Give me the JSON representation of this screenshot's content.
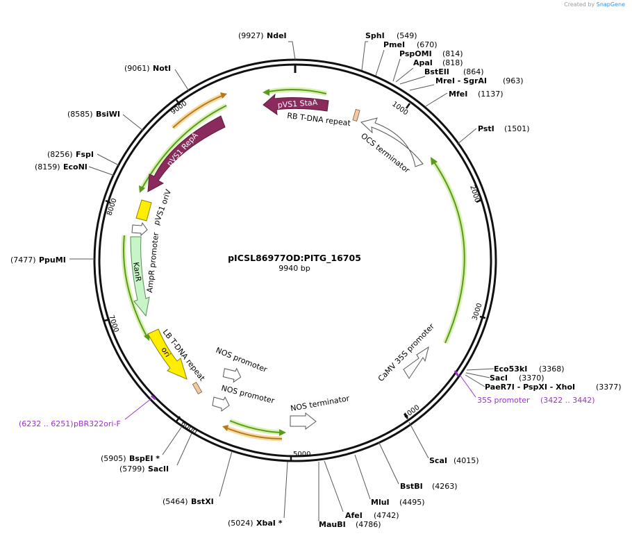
{
  "credit": {
    "prefix": "Created by",
    "brand": "SnapGene"
  },
  "plasmid": {
    "name": "pICSL86977OD:PITG_16705",
    "size_label": "9940 bp",
    "length": 9940
  },
  "ticks": [
    "1000",
    "2000",
    "3000",
    "4000",
    "5000",
    "6000",
    "7000",
    "8000",
    "9000"
  ],
  "sites": [
    {
      "name": "NdeI",
      "pos": "(9927)",
      "bp": 9927
    },
    {
      "name": "SphI",
      "pos": "(549)",
      "bp": 549
    },
    {
      "name": "PmeI",
      "pos": "(670)",
      "bp": 670
    },
    {
      "name": "PspOMI",
      "pos": "(814)",
      "bp": 814
    },
    {
      "name": "ApaI",
      "pos": "(818)",
      "bp": 818
    },
    {
      "name": "BstEII",
      "pos": "(864)",
      "bp": 864
    },
    {
      "name": "MreI - SgrAI",
      "pos": "(963)",
      "bp": 963
    },
    {
      "name": "MfeI",
      "pos": "(1137)",
      "bp": 1137
    },
    {
      "name": "PstI",
      "pos": "(1501)",
      "bp": 1501
    },
    {
      "name": "Eco53kI",
      "pos": "(3368)",
      "bp": 3368
    },
    {
      "name": "SacI",
      "pos": "(3370)",
      "bp": 3370
    },
    {
      "name": "PaeR7I - PspXI - XhoI",
      "pos": "(3377)",
      "bp": 3377
    },
    {
      "name": "ScaI",
      "pos": "(4015)",
      "bp": 4015
    },
    {
      "name": "BstBI",
      "pos": "(4263)",
      "bp": 4263
    },
    {
      "name": "MluI",
      "pos": "(4495)",
      "bp": 4495
    },
    {
      "name": "AfeI",
      "pos": "(4742)",
      "bp": 4742
    },
    {
      "name": "MauBI",
      "pos": "(4786)",
      "bp": 4786
    },
    {
      "name": "XbaI *",
      "pos": "(5024)",
      "bp": 5024
    },
    {
      "name": "BstXI",
      "pos": "(5464)",
      "bp": 5464
    },
    {
      "name": "SacII",
      "pos": "(5799)",
      "bp": 5799
    },
    {
      "name": "BspEI *",
      "pos": "(5905)",
      "bp": 5905
    },
    {
      "name": "PpuMI",
      "pos": "(7477)",
      "bp": 7477
    },
    {
      "name": "EcoNI",
      "pos": "(8159)",
      "bp": 8159
    },
    {
      "name": "FspI",
      "pos": "(8256)",
      "bp": 8256
    },
    {
      "name": "BsiWI",
      "pos": "(8585)",
      "bp": 8585
    },
    {
      "name": "NotI",
      "pos": "(9061)",
      "bp": 9061
    }
  ],
  "primers": [
    {
      "name": "35S promoter",
      "range": "(3422 .. 3442)"
    },
    {
      "name": "pBR322ori-F",
      "range": "(6232 .. 6251)"
    }
  ],
  "features": [
    {
      "name": "pVS1 StaA"
    },
    {
      "name": "RB T-DNA repeat"
    },
    {
      "name": "OCS terminator"
    },
    {
      "name": "pVS1 RepA"
    },
    {
      "name": "pVS1 oriV"
    },
    {
      "name": "AmpR promoter"
    },
    {
      "name": "KanR"
    },
    {
      "name": "LB T-DNA repeat"
    },
    {
      "name": "ori"
    },
    {
      "name": "NOS promoter"
    },
    {
      "name": "NOS promoter"
    },
    {
      "name": "NOS terminator"
    },
    {
      "name": "CaMV 35S promoter"
    }
  ],
  "colors": {
    "backbone": "#111111",
    "primer": "#9b30c8",
    "orf_green": "#5a9a1c",
    "orf_green_glow": "#d8f0b0",
    "orf_orange": "#b37a1c",
    "orf_orange_glow": "#f5d9a0",
    "staA_repA": "#8b2a5c",
    "oriV": "#ffee00",
    "kanR": "#c8f5c8",
    "ori": "#ffee00",
    "repeat": "#f3c9a3",
    "promoter": "#ffffff"
  }
}
